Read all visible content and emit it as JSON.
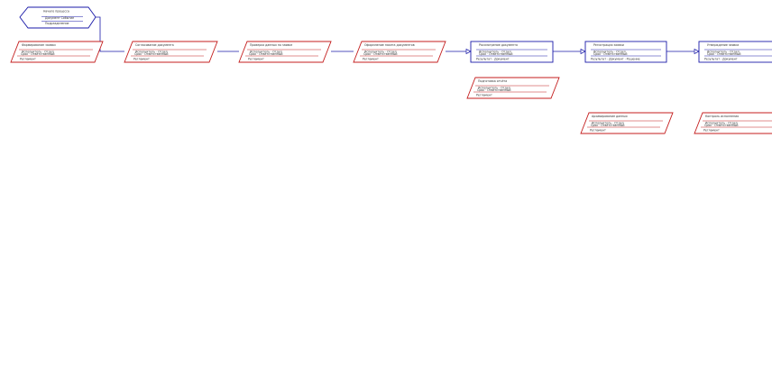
{
  "start": {
    "title": "Начало процесса",
    "lines": [
      "Документ Событие",
      "Подразделение"
    ]
  },
  "processes": [
    {
      "title": "Формирование заявки",
      "lines": [
        "Исполнитель · Отдел",
        "Срок · Ответственный",
        "Регламент"
      ]
    },
    {
      "title": "Согласование документа",
      "lines": [
        "Исполнитель · Отдел",
        "Срок · Ответственный",
        "Регламент"
      ]
    },
    {
      "title": "Проверка данных по заявке",
      "lines": [
        "Исполнитель · Отдел",
        "Срок · Ответственный",
        "Регламент"
      ]
    },
    {
      "title": "Оформление пакета документов",
      "lines": [
        "Исполнитель · Отдел",
        "Срок · Ответственный",
        "Регламент"
      ]
    },
    {
      "title": "Подготовка отчёта",
      "lines": [
        "Исполнитель · Отдел",
        "Срок · Ответственный",
        "Регламент"
      ]
    },
    {
      "title": "Архивирование данных",
      "lines": [
        "Исполнитель · Отдел",
        "Срок · Ответственный",
        "Регламент"
      ]
    },
    {
      "title": "Контроль исполнения",
      "lines": [
        "Исполнитель · Отдел",
        "Срок · Ответственный",
        "Регламент"
      ]
    }
  ],
  "functions": [
    {
      "title": "Рассмотрение документа",
      "lines": [
        "Исполнитель · Отдел",
        "Срок · Ответственный",
        "Результат · Документ"
      ]
    },
    {
      "title": "Регистрация заявки",
      "lines": [
        "Исполнитель · Отдел",
        "Срок · Ответственный",
        "Результат · Документ · Решение"
      ]
    },
    {
      "title": "Утверждение заявки",
      "lines": [
        "Исполнитель · Отдел",
        "Срок · Ответственный",
        "Результат · Документ"
      ]
    }
  ],
  "colors": {
    "function_stroke": "#1a1aa8",
    "process_stroke": "#c41e1e",
    "connector": "#1a1aa8",
    "text": "#333333"
  }
}
